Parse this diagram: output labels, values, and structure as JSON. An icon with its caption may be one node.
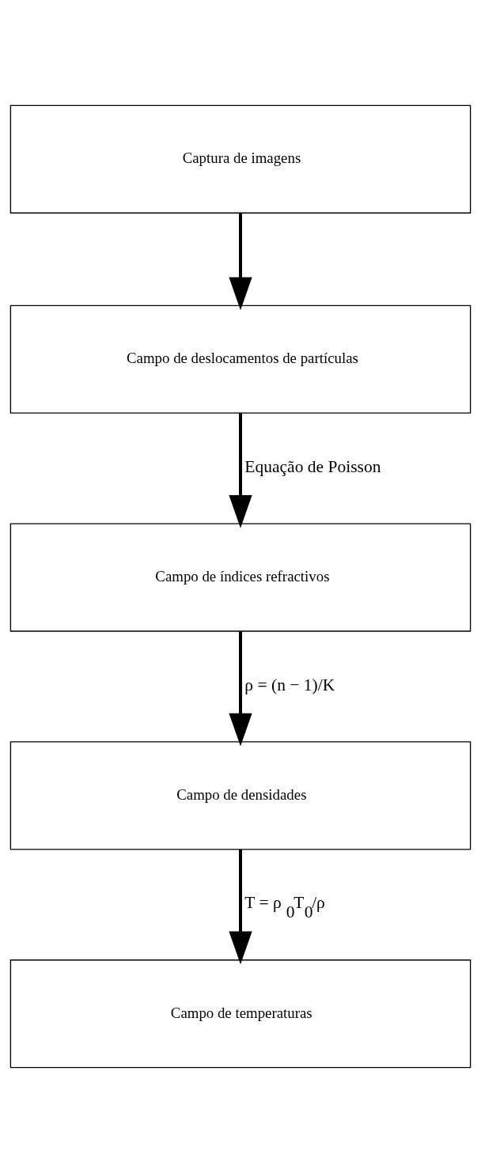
{
  "diagram": {
    "nodes": [
      {
        "text": [
          "Captura de imagens"
        ]
      },
      {
        "text": [
          "Campo de deslocamentos de partículas"
        ]
      },
      {
        "text": [
          "Campo de índices refractivos"
        ]
      },
      {
        "text": [
          "Campo de densidades"
        ]
      },
      {
        "text": [
          "Campo de temperaturas"
        ]
      }
    ],
    "edges": [
      {
        "from": 0,
        "to": 1,
        "arrow": "to"
      },
      {
        "from": 1,
        "to": 2,
        "arrow": "to",
        "label": "Equação de Poisson"
      },
      {
        "from": 2,
        "to": 3,
        "arrow": "to",
        "label": "ρ = (n − 1)/K"
      },
      {
        "from": 3,
        "to": 4,
        "arrow": "to",
        "label": "T = ρ$_{0}$T$_{0}$/ρ"
      }
    ]
  }
}
